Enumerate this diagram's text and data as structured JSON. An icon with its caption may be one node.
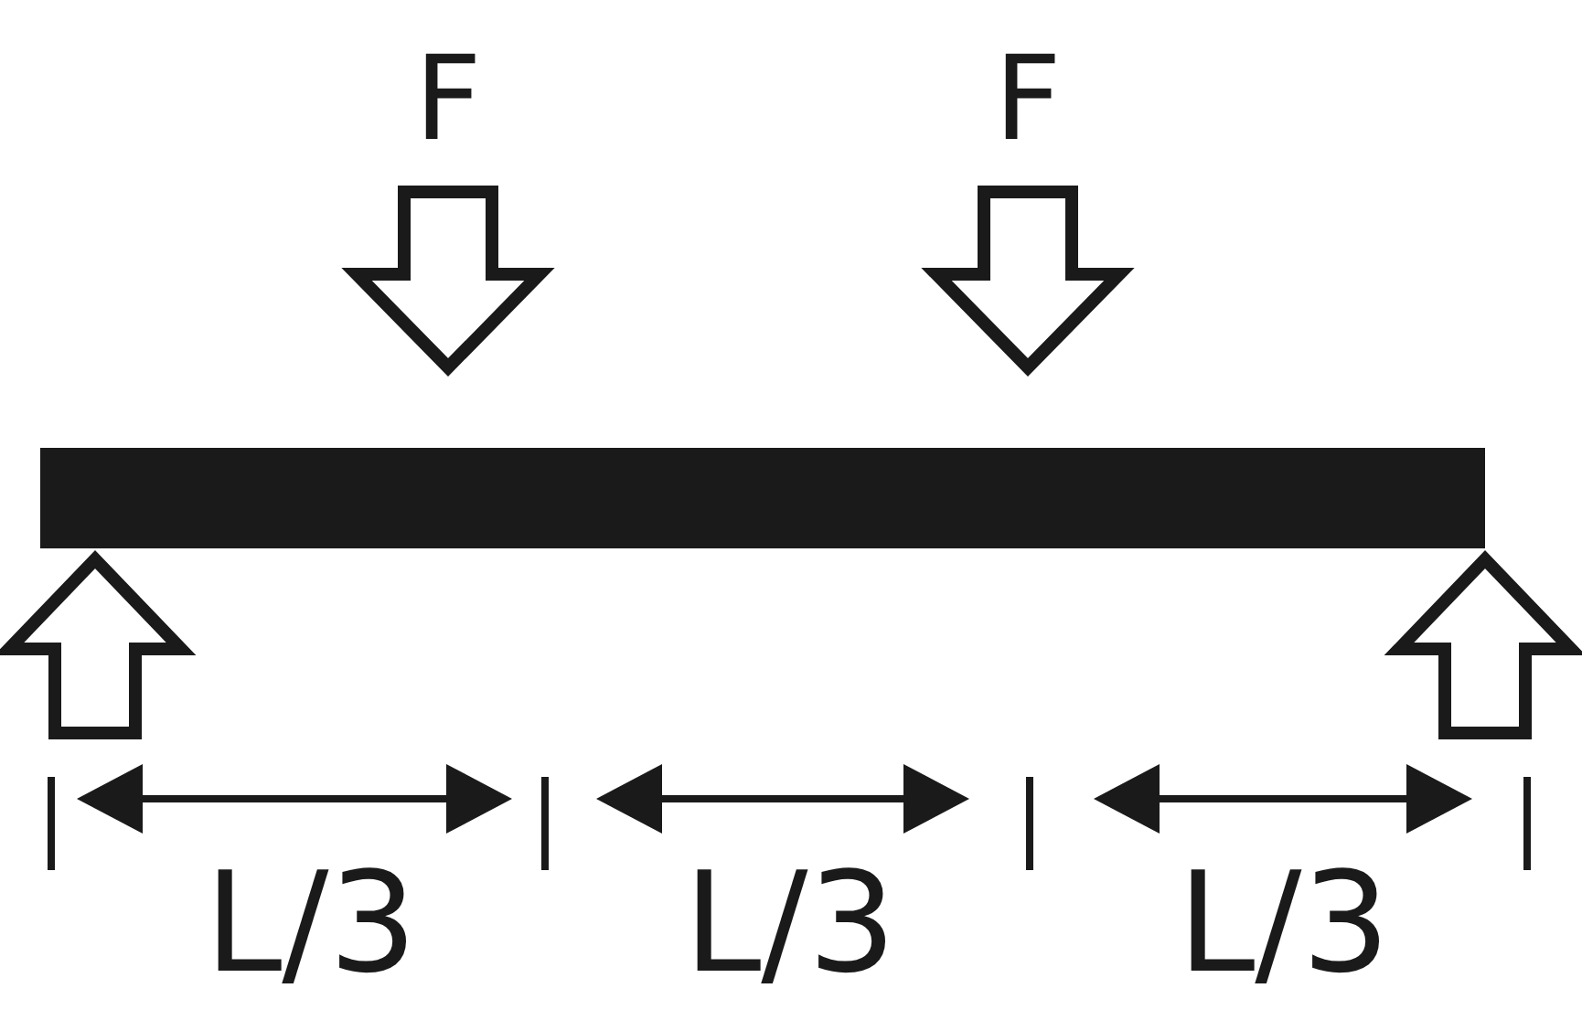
{
  "diagram": {
    "nodes": [
      {
        "text": [],
        "shape": "bar"
      }
    ],
    "labels": [
      "F",
      "F",
      "L/3",
      "L/3",
      "L/3"
    ]
  }
}
